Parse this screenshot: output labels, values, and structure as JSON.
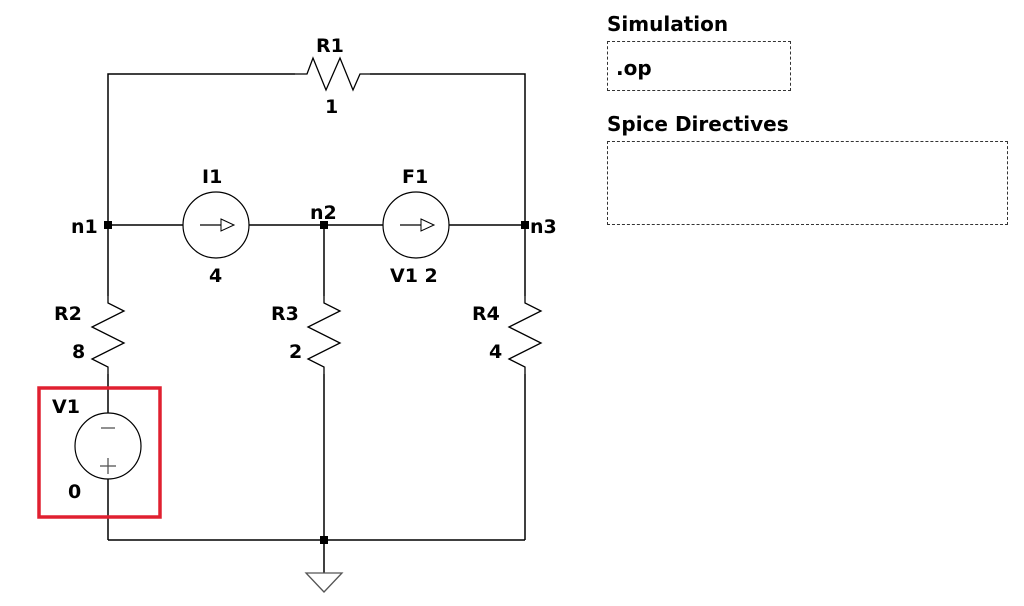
{
  "components": {
    "r1": {
      "name": "R1",
      "value": "1"
    },
    "r2": {
      "name": "R2",
      "value": "8"
    },
    "r3": {
      "name": "R3",
      "value": "2"
    },
    "r4": {
      "name": "R4",
      "value": "4"
    },
    "i1": {
      "name": "I1",
      "value": "4"
    },
    "f1": {
      "name": "F1",
      "value": "V1 2"
    },
    "v1": {
      "name": "V1",
      "value": "0"
    }
  },
  "nodes": {
    "n1": "n1",
    "n2": "n2",
    "n3": "n3"
  },
  "highlight": {
    "target": "V1",
    "color": "#e02030"
  },
  "panels": {
    "simulation": {
      "title": "Simulation",
      "value": ".op"
    },
    "spice_directives": {
      "title": "Spice Directives",
      "value": ""
    }
  }
}
